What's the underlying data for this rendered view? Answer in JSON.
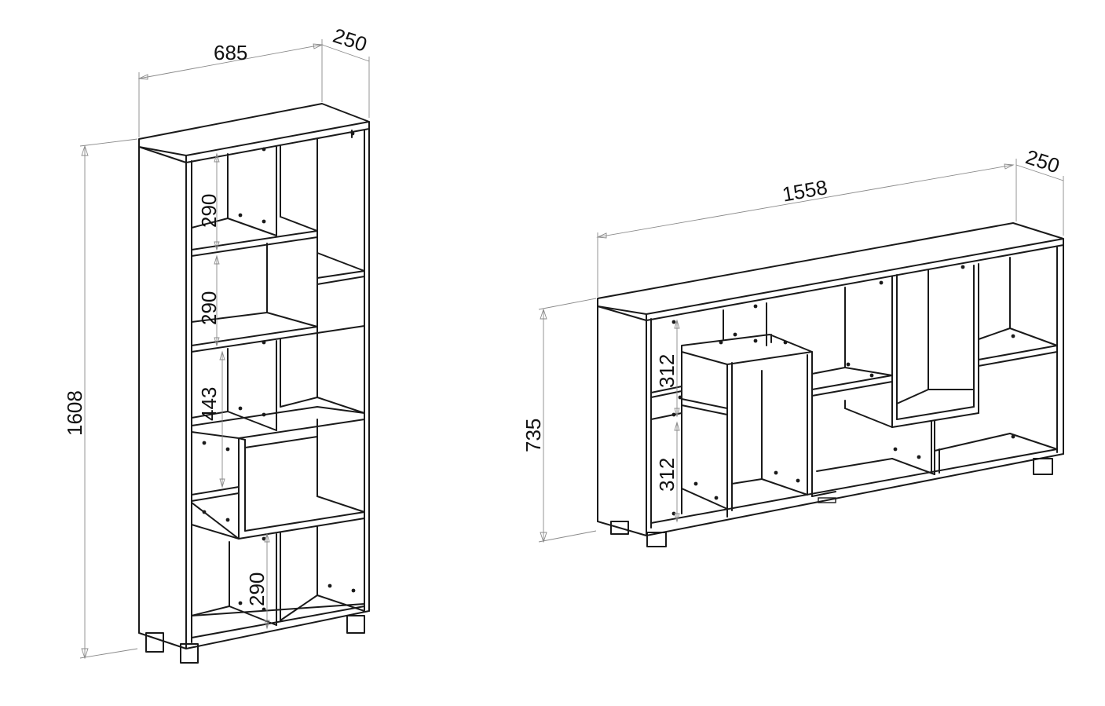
{
  "colors": {
    "line": "#1a1a1a",
    "dimension": "#8a8a8a",
    "background": "#ffffff"
  },
  "tall_unit": {
    "width": "685",
    "depth": "250",
    "height": "1608",
    "shelf_top": "290",
    "shelf_second": "290",
    "shelf_middle": "443",
    "shelf_bottom": "290"
  },
  "low_unit": {
    "width": "1558",
    "depth": "250",
    "height": "735",
    "shelf_upper": "312",
    "shelf_lower": "312"
  }
}
